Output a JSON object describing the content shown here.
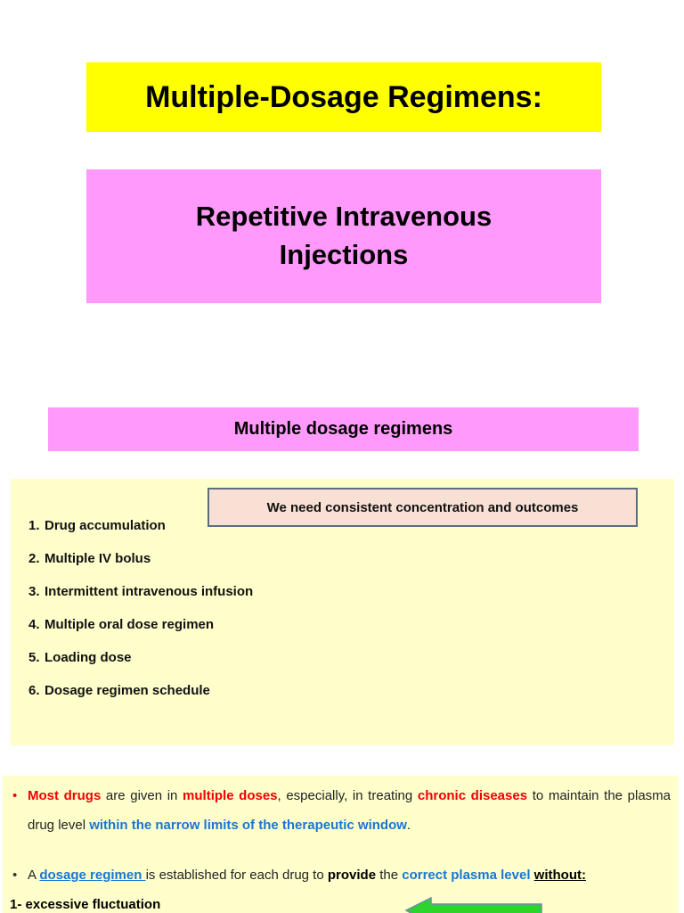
{
  "titles": {
    "main_banner": "Multiple-Dosage Regimens:",
    "subtitle_box": "Repetitive Intravenous Injections",
    "section_banner": "Multiple dosage regimens"
  },
  "topics": {
    "note": "We need consistent concentration and outcomes",
    "items": [
      {
        "num": "1.",
        "label": "Drug accumulation"
      },
      {
        "num": "2.",
        "label": "Multiple IV bolus"
      },
      {
        "num": "3.",
        "label": "Intermittent intravenous infusion"
      },
      {
        "num": "4.",
        "label": "Multiple oral dose regimen"
      },
      {
        "num": "5.",
        "label": "Loading dose"
      },
      {
        "num": "6.",
        "label": "Dosage regimen schedule"
      }
    ]
  },
  "body": {
    "bullet_glyph": "•",
    "p1": {
      "segments": [
        {
          "text": "Most drugs"
        },
        {
          "text": " are given in "
        },
        {
          "text": "multiple doses"
        },
        {
          "text": ", especially, in treating "
        },
        {
          "text": "chronic diseases"
        },
        {
          "text": " to maintain the plasma drug level "
        },
        {
          "text": "within the narrow limits of the therapeutic window"
        },
        {
          "text": "."
        }
      ]
    },
    "p2": {
      "segments": [
        {
          "text": "A "
        },
        {
          "text": "dosage regimen "
        },
        {
          "text": "is established for each drug to "
        },
        {
          "text": "provide"
        },
        {
          "text": " the "
        },
        {
          "text": "correct plasma level"
        },
        {
          "text": " "
        },
        {
          "text": "without:"
        }
      ]
    },
    "p3": "1- excessive fluctuation"
  },
  "icons": {
    "green_arrow": "left-block-arrow"
  },
  "colors": {
    "banner_yellow": "#ffff00",
    "box_pink": "#ff99fb",
    "panel_yellow": "#ffffcc",
    "note_fill": "#f8e0d5",
    "note_border": "#5a6e80",
    "accent_red": "#f20000",
    "accent_blue": "#1976d2",
    "arrow_green": "#2bd52b",
    "arrow_outline": "#7588a8"
  }
}
